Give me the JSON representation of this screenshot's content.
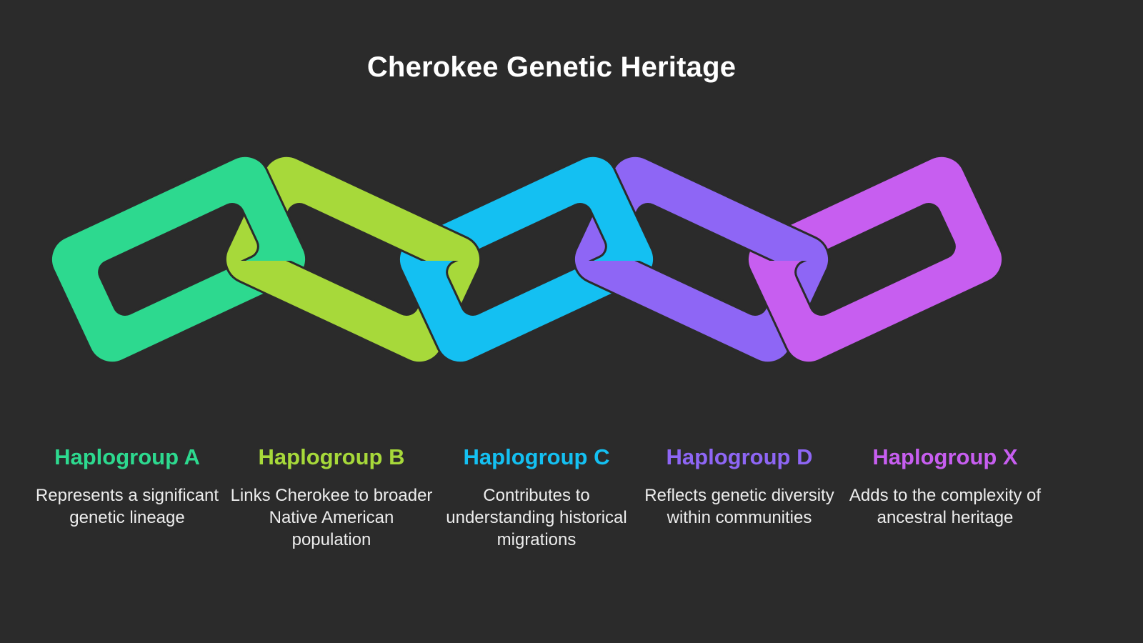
{
  "title": "Cherokee Genetic Heritage",
  "links": [
    {
      "name": "Haplogroup A",
      "description": "Represents a significant genetic lineage",
      "color": "#2dd98f"
    },
    {
      "name": "Haplogroup B",
      "description": "Links Cherokee to broader Native American population",
      "color": "#a7d93a"
    },
    {
      "name": "Haplogroup C",
      "description": "Contributes to understanding historical migrations",
      "color": "#14c0f2"
    },
    {
      "name": "Haplogroup D",
      "description": "Reflects genetic diversity within communities",
      "color": "#8e66f5"
    },
    {
      "name": "Haplogroup X",
      "description": "Adds to the complexity of ancestral heritage",
      "color": "#c75ef0"
    }
  ]
}
